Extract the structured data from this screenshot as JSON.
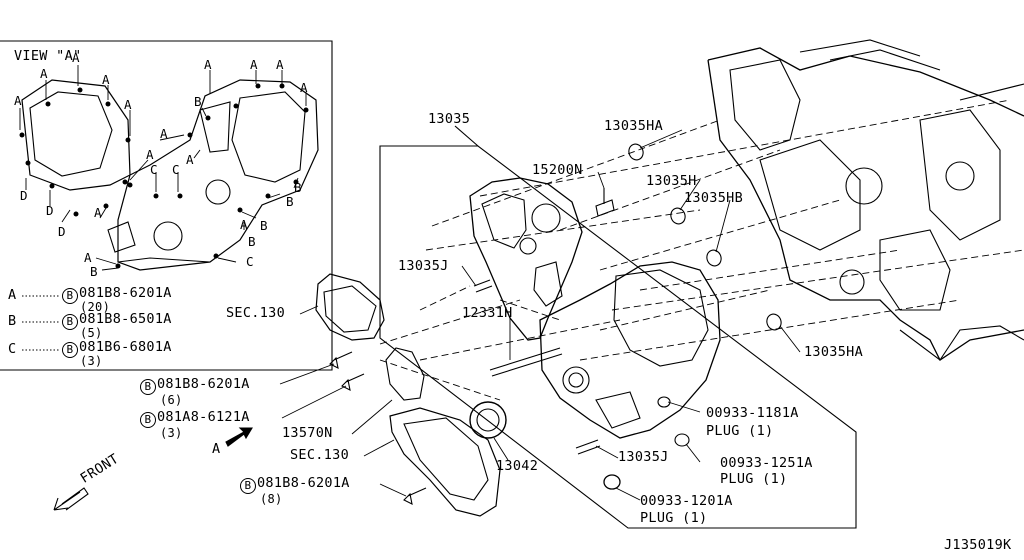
{
  "view": {
    "title": "VIEW \"A\"",
    "letters": {
      "a": "A",
      "b": "B",
      "c": "C",
      "d": "D"
    }
  },
  "legend": [
    {
      "key": "A",
      "circle": "B",
      "part": "081B8-6201A",
      "qty": "(20)"
    },
    {
      "key": "B",
      "circle": "B",
      "part": "081B8-6501A",
      "qty": "(5)"
    },
    {
      "key": "C",
      "circle": "B",
      "part": "081B6-6801A",
      "qty": "(3)"
    }
  ],
  "labels": {
    "p13035": "13035",
    "p13035HA_top": "13035HA",
    "p15200N": "15200N",
    "p13035H": "13035H",
    "p13035HB": "13035HB",
    "p13035J_top": "13035J",
    "p12331H": "12331H",
    "p13035HA_right": "13035HA",
    "p00933_1181A": "00933-1181A",
    "plug1": "PLUG (1)",
    "p00933_1251A": "00933-1251A",
    "plug2": "PLUG (1)",
    "p00933_1201A": "00933-1201A",
    "plug3": "PLUG (1)",
    "p13035J_bottom": "13035J",
    "p13042": "13042",
    "sec130_top": "SEC.130",
    "sec130_bottom": "SEC.130",
    "p13570N": "13570N",
    "bolt1_part": "081B8-6201A",
    "bolt1_qty": "(6)",
    "bolt2_part": "081A8-6121A",
    "bolt2_qty": "(3)",
    "bolt3_part": "081B8-6201A",
    "bolt3_qty": "(8)",
    "bolt_circle": "B",
    "arrowA": "A",
    "front": "FRONT",
    "drawing_id": "J135019K"
  }
}
